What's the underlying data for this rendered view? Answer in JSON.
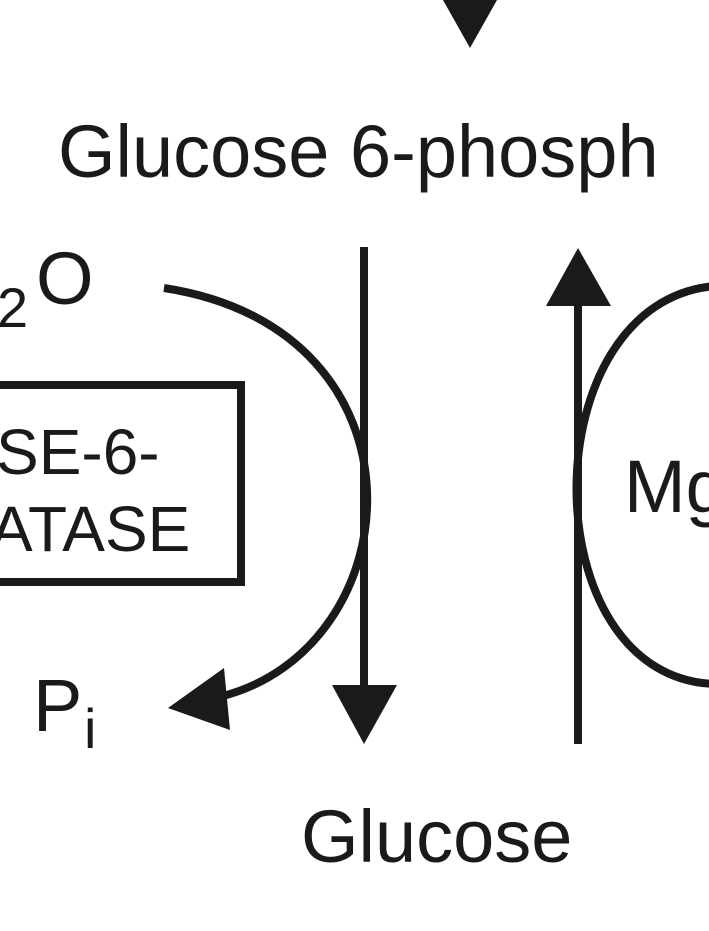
{
  "diagram": {
    "top_label": "Glucose 6-phosph",
    "bottom_label": "Glucose",
    "water_label": {
      "subscript": "2",
      "main": "O"
    },
    "phosphate_label": {
      "main": "P",
      "subscript": "i"
    },
    "enzyme_box": {
      "line1": "SE-6-",
      "line2": "ATASE"
    },
    "right_label": "Mg",
    "colors": {
      "ink": "#1a1a1a",
      "background": "#ffffff"
    }
  }
}
